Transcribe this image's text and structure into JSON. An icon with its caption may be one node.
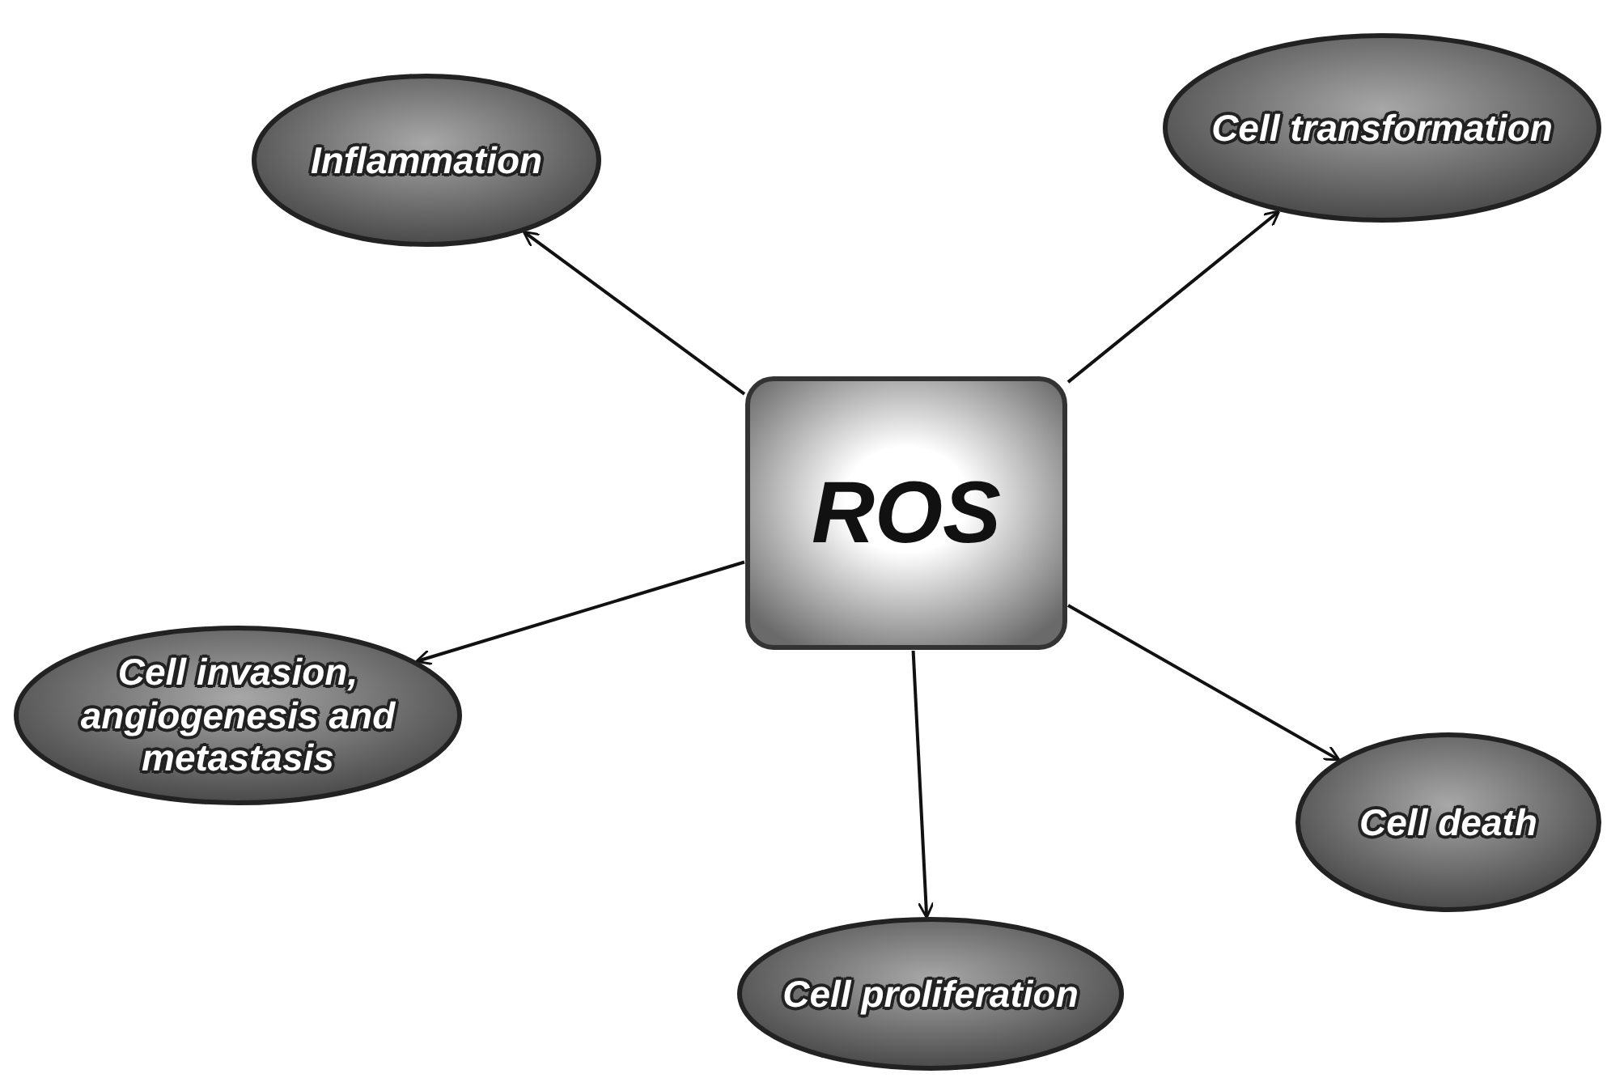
{
  "diagram": {
    "nodes": [
      {
        "text": [
          "ROS"
        ]
      },
      {
        "text": [
          "Inflammation"
        ]
      },
      {
        "text": [
          "Cell transformation"
        ]
      },
      {
        "text": [
          "Cell invasion, angiogenesis and metastasis"
        ]
      },
      {
        "text": [
          "Cell death"
        ]
      },
      {
        "text": [
          "Cell proliferation"
        ]
      }
    ],
    "edges": [
      {
        "from": 0,
        "to": 1,
        "arrow": "to"
      },
      {
        "from": 0,
        "to": 2,
        "arrow": "to"
      },
      {
        "from": 0,
        "to": 3,
        "arrow": "to"
      },
      {
        "from": 0,
        "to": 4,
        "arrow": "to"
      },
      {
        "from": 0,
        "to": 5,
        "arrow": "to"
      }
    ]
  }
}
